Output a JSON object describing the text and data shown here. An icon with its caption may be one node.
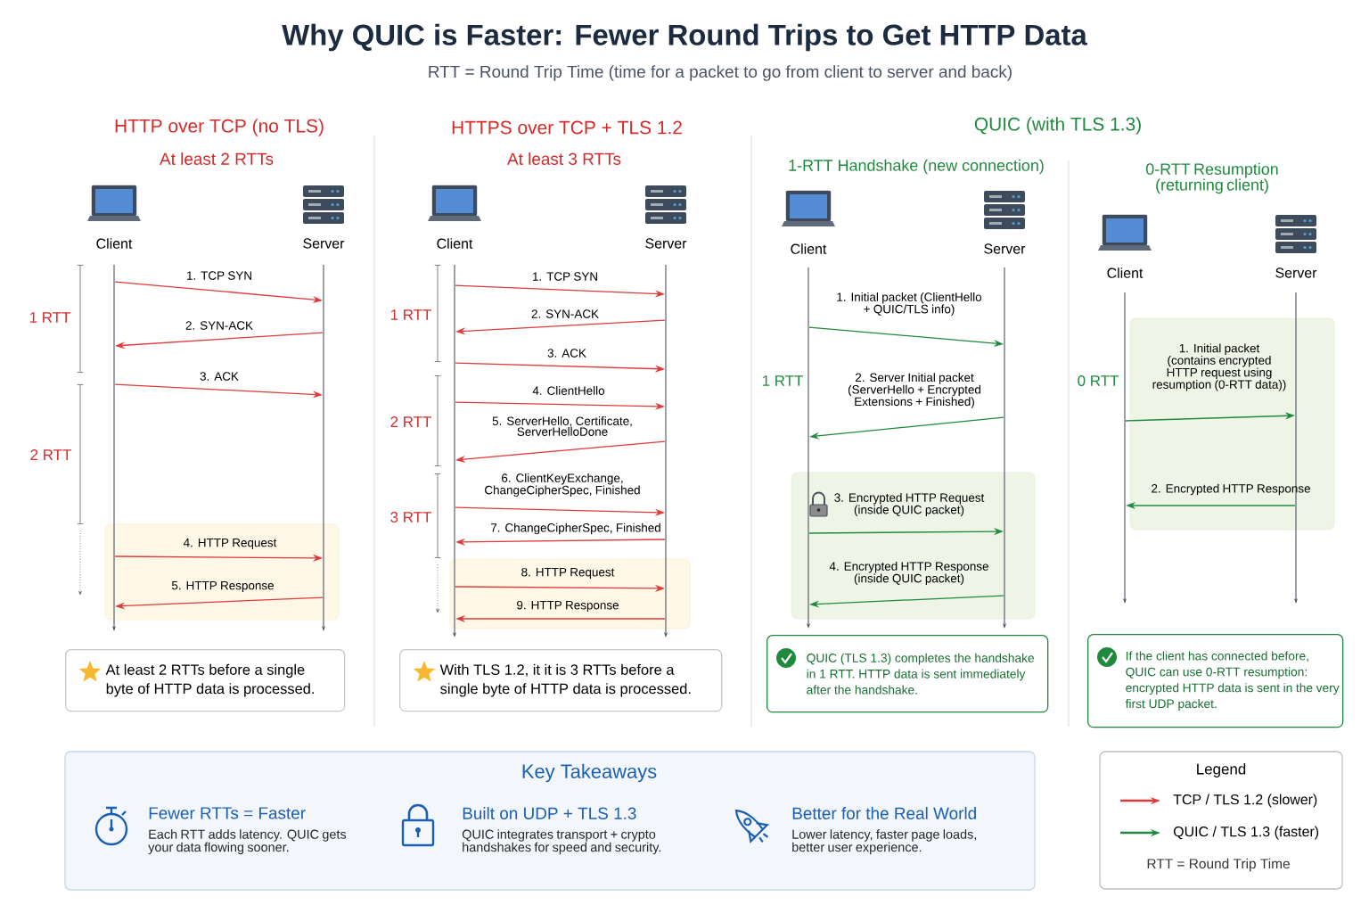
{
  "diagram": {
    "title": "Why QUIC is Faster: Fewer Round Trips to Get HTTP Data",
    "nodes": [
      {
        "text": [
          "Client"
        ]
      },
      {
        "text": [
          "Server"
        ]
      },
      {
        "text": [
          "At least 2 RTTs before a single byte of HTTP data is processed."
        ]
      },
      {
        "text": [
          "Client"
        ]
      },
      {
        "text": [
          "Server"
        ]
      },
      {
        "text": [
          "With TLS 1.2, it it is 3 RTTs before a single byte of HTTP data is processed."
        ]
      },
      {
        "text": [
          "Client"
        ]
      },
      {
        "text": [
          "Server"
        ]
      },
      {
        "text": [
          "QUIC (TLS 1.3) completes the handshake in 1 RTT. HTTP data is sent immediately after the handshake."
        ]
      },
      {
        "text": [
          "Client"
        ]
      },
      {
        "text": [
          "Server"
        ]
      },
      {
        "text": [
          "If the client has connected before, QUIC can use 0-RTT resumption: encrypted HTTP data is sent in the very first UDP packet."
        ]
      },
      {
        "text": [
          "Key Takeaways",
          "Fewer RTTs = Faster",
          "Each RTT adds latency. QUIC gets your data flowing sooner.",
          "Built on UDP + TLS 1.3",
          "QUIC integrates transport + crypto handshakes for speed and security.",
          "Better for the Real World",
          "Lower latency, faster page loads, better user experience."
        ]
      }
    ],
    "edges": [
      {
        "from": 0,
        "to": 1,
        "arrow": "to",
        "label": "1. TCP SYN"
      },
      {
        "from": 1,
        "to": 0,
        "arrow": "to",
        "label": "2. SYN-ACK"
      },
      {
        "from": 0,
        "to": 1,
        "arrow": "to",
        "label": "3. ACK"
      },
      {
        "from": 0,
        "to": 1,
        "arrow": "to",
        "label": "4. HTTP Request"
      },
      {
        "from": 1,
        "to": 0,
        "arrow": "to",
        "label": "5. HTTP Response"
      },
      {
        "from": 3,
        "to": 4,
        "arrow": "to",
        "label": "1. TCP SYN"
      },
      {
        "from": 4,
        "to": 3,
        "arrow": "to",
        "label": "2. SYN-ACK"
      },
      {
        "from": 3,
        "to": 4,
        "arrow": "to",
        "label": "3. ACK"
      },
      {
        "from": 3,
        "to": 4,
        "arrow": "to",
        "label": "4. ClientHello"
      },
      {
        "from": 4,
        "to": 3,
        "arrow": "to",
        "label": "5. ServerHello, Certificate, ServerHelloDone"
      },
      {
        "from": 3,
        "to": 4,
        "arrow": "to",
        "label": "6. ClientKeyExchange, ChangeCipherSpec, Finished"
      },
      {
        "from": 4,
        "to": 3,
        "arrow": "to",
        "label": "7. ChangeCipherSpec, Finished"
      },
      {
        "from": 3,
        "to": 4,
        "arrow": "to",
        "label": "8. HTTP Request"
      },
      {
        "from": 4,
        "to": 3,
        "arrow": "to",
        "label": "9. HTTP Response"
      },
      {
        "from": 6,
        "to": 7,
        "arrow": "to",
        "color": "#1f8a3e",
        "label": "1. Initial packet (ClientHello + QUIC/TLS info)"
      },
      {
        "from": 7,
        "to": 6,
        "arrow": "to",
        "color": "#1f8a3e",
        "label": "2. Server Initial packet (ServerHello + Encrypted Extensions + Finished)"
      },
      {
        "from": 6,
        "to": 7,
        "arrow": "to",
        "color": "#1f8a3e",
        "label": "3. Encrypted HTTP Request (inside QUIC packet)"
      },
      {
        "from": 7,
        "to": 6,
        "arrow": "to",
        "color": "#1f8a3e",
        "label": "4. Encrypted HTTP Response (inside QUIC packet)"
      },
      {
        "from": 9,
        "to": 10,
        "arrow": "to",
        "color": "#1f8a3e",
        "label": "1. Initial packet (contains encrypted HTTP request using resumption (0-RTT data))"
      },
      {
        "from": 10,
        "to": 9,
        "arrow": "to",
        "color": "#1f8a3e",
        "label": "2. Encrypted HTTP Response"
      }
    ],
    "labels": [
      "RTT = Round Trip Time (time for a packet to go from client to server and back)",
      "HTTP over TCP (no TLS)",
      "At least 2 RTTs",
      "HTTPS over TCP + TLS 1.2",
      "At least 3 RTTs",
      "QUIC (with TLS 1.3)",
      "1-RTT Handshake (new connection)",
      "0-RTT Resumption (returning client)",
      "1 RTT",
      "2 RTT",
      "1 RTT",
      "2 RTT",
      "3 RTT",
      "1 RTT",
      "0 RTT",
      "Legend",
      "RTT = Round Trip Time"
    ],
    "legend": [
      {
        "text": "TCP / TLS 1.2 (slower)",
        "color": "#e03a3a"
      },
      {
        "text": "QUIC / TLS 1.3 (faster)",
        "color": "#1f8a3e"
      }
    ]
  }
}
